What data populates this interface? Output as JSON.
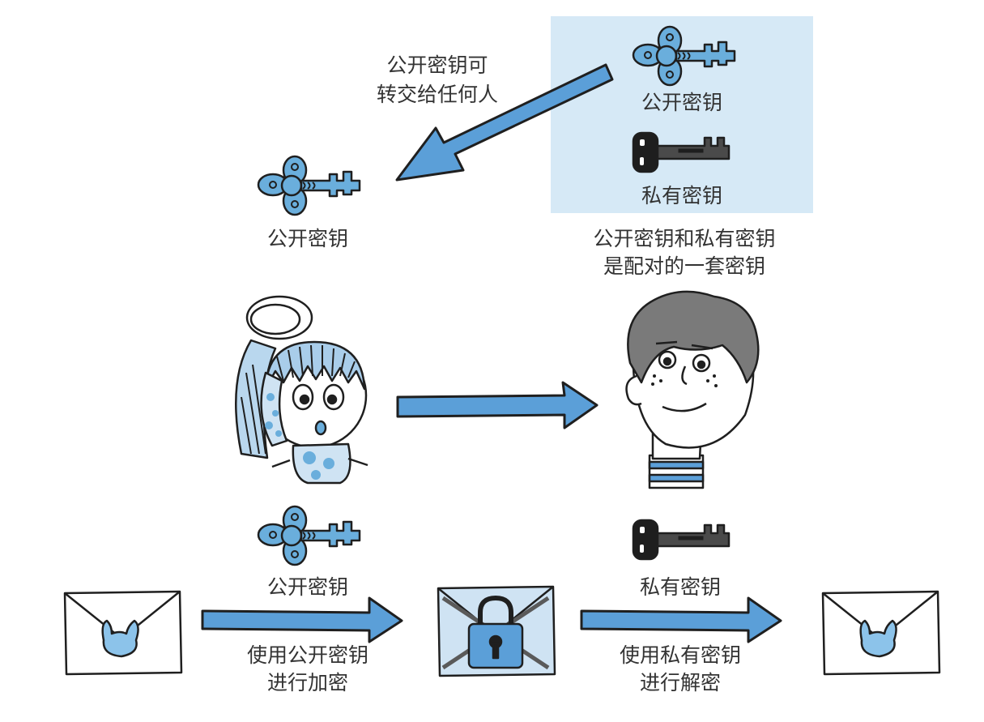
{
  "colors": {
    "accent_blue": "#5b9fd8",
    "key_blue": "#6aaedc",
    "outline": "#1f1f1f",
    "panel_bg": "#d6e9f6",
    "private_key": "#1e1e1e"
  },
  "labels": {
    "panel_public_key": "公开密钥",
    "panel_private_key": "私有密钥",
    "share_note_line1": "公开密钥可",
    "share_note_line2": "转交给任何人",
    "received_public_key": "公开密钥",
    "pair_note_line1": "公开密钥和私有密钥",
    "pair_note_line2": "是配对的一套密钥",
    "sender_public_key": "公开密钥",
    "receiver_private_key": "私有密钥",
    "encrypt_line1": "使用公开密钥",
    "encrypt_line2": "进行加密",
    "decrypt_line1": "使用私有密钥",
    "decrypt_line2": "进行解密"
  },
  "icons": {
    "public_key": "public-key-icon",
    "private_key": "private-key-icon",
    "envelope": "envelope-icon",
    "locked_envelope": "locked-envelope-icon",
    "girl": "girl-character",
    "boy": "boy-character",
    "arrow": "arrow-icon"
  }
}
